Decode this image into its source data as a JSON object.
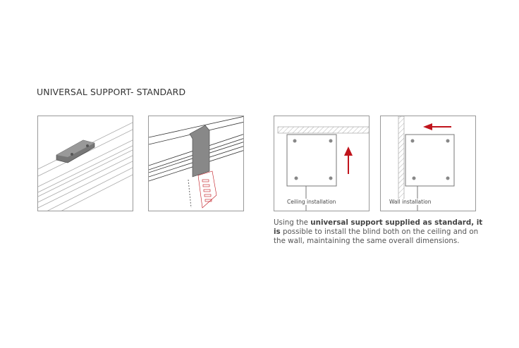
{
  "title": "UNIVERSAL SUPPORT- STANDARD",
  "panels": {
    "ceiling_label": "Ceiling installation",
    "wall_label": "Wall installation"
  },
  "caption": {
    "prefix": "Using the ",
    "bold": "universal support supplied as standard, it is",
    "rest": " possible to install the blind both on the ceiling and on the wall, maintaining the same overall dimensions."
  },
  "colors": {
    "accent": "#c0141c",
    "line": "#888888"
  }
}
